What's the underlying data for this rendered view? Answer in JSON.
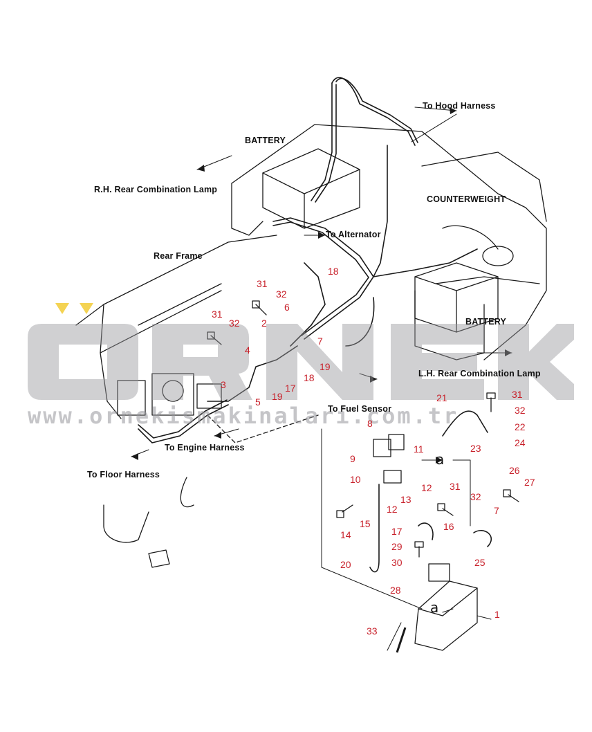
{
  "labels": {
    "to_hood_harness": "To Hood Harness",
    "battery_top": "BATTERY",
    "rh_rear_combination_lamp": "R.H. Rear Combination Lamp",
    "counterweight": "COUNTERWEIGHT",
    "to_alternator": "To Alternator",
    "rear_frame": "Rear Frame",
    "battery_right": "BATTERY",
    "lh_rear_combination_lamp": "L.H. Rear Combination Lamp",
    "to_fuel_sensor": "To Fuel Sensor",
    "to_engine_harness": "To Engine Harness",
    "to_floor_harness": "To Floor Harness"
  },
  "connection_marks": [
    "a",
    "a"
  ],
  "part_numbers": [
    "18",
    "31",
    "32",
    "6",
    "31",
    "32",
    "2",
    "7",
    "4",
    "19",
    "18",
    "17",
    "5",
    "19",
    "3",
    "21",
    "31",
    "32",
    "22",
    "24",
    "23",
    "8",
    "9",
    "11",
    "10",
    "12",
    "13",
    "12",
    "14",
    "15",
    "31",
    "32",
    "26",
    "27",
    "7",
    "16",
    "17",
    "29",
    "30",
    "25",
    "20",
    "28",
    "1",
    "33"
  ],
  "watermark": {
    "letters": "ÖRNEK",
    "url": "www.ornekismakinalari.com.tr"
  },
  "colors": {
    "line": "#1a1a1a",
    "part_number": "#c8202a",
    "watermark_gray": "#9a9aa0",
    "watermark_accent": "#f0c419"
  }
}
